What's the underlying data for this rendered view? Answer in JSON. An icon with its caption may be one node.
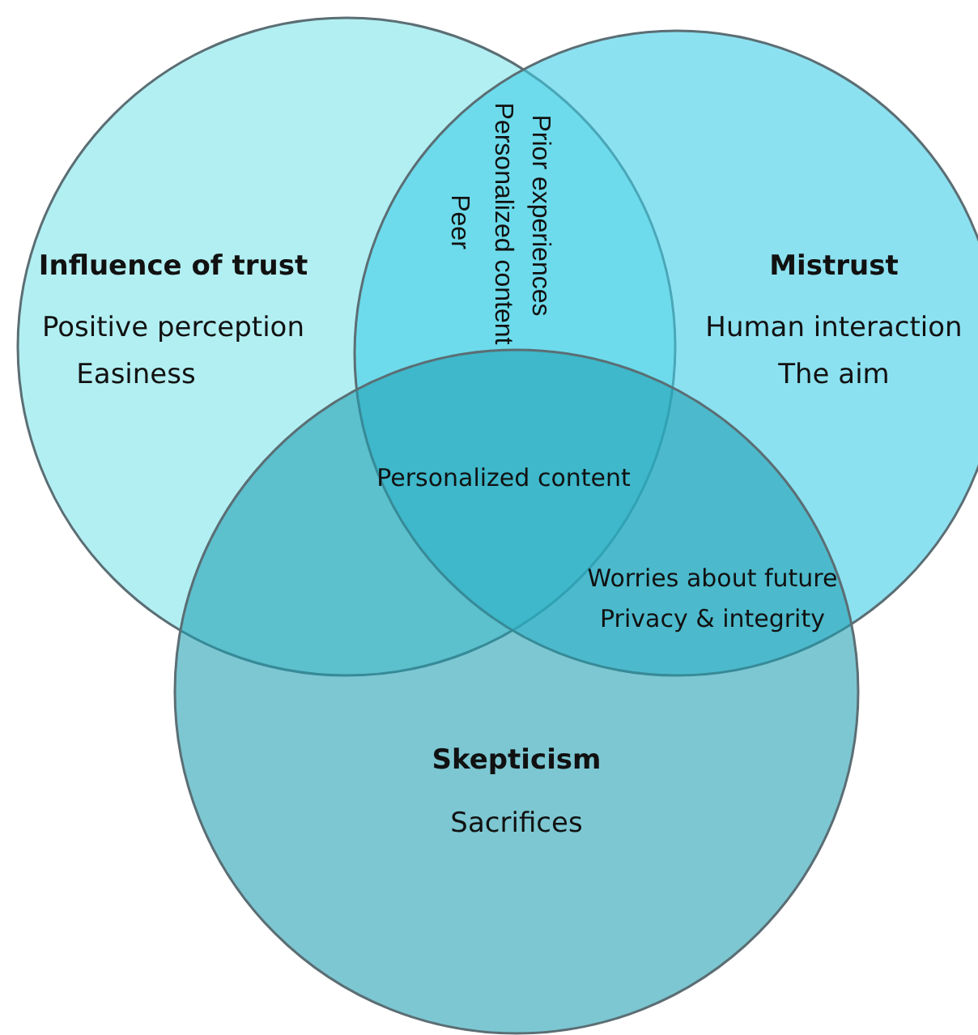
{
  "diagram": {
    "nodes": [
      {
        "text": [
          "Influence of trust",
          "Positive perception",
          "Easiness"
        ]
      },
      {
        "text": [
          "Mistrust",
          "Human interaction",
          "The aim"
        ]
      },
      {
        "text": [
          "Skepticism",
          "Sacrifices"
        ]
      }
    ],
    "labels": [
      "Prior experiences",
      "Personalized content",
      "Peer",
      "Personalized content",
      "Worries about future",
      "Privacy & integrity"
    ]
  }
}
